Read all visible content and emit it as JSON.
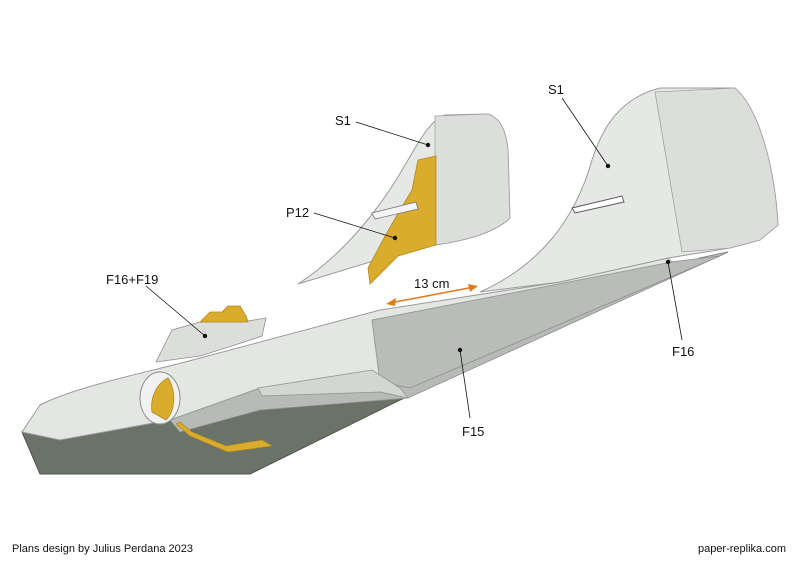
{
  "labels": {
    "s1_left": "S1",
    "s1_right": "S1",
    "p12": "P12",
    "f16_f19": "F16+F19",
    "f16": "F16",
    "f15": "F15",
    "dimension": "13 cm"
  },
  "footer": {
    "credit": "Plans design by Julius Perdana 2023",
    "site": "paper-replika.com"
  },
  "colors": {
    "fin": "#e6e8e6",
    "fin_shade": "#d9dbd9",
    "fuselage_top": "#e4e6e4",
    "fuselage_side": "#b7bab7",
    "fuselage_dark": "#6b7268",
    "tan_part": "#d9ac2e",
    "dimension_arrow": "#e07a1a",
    "leader": "#111111"
  }
}
